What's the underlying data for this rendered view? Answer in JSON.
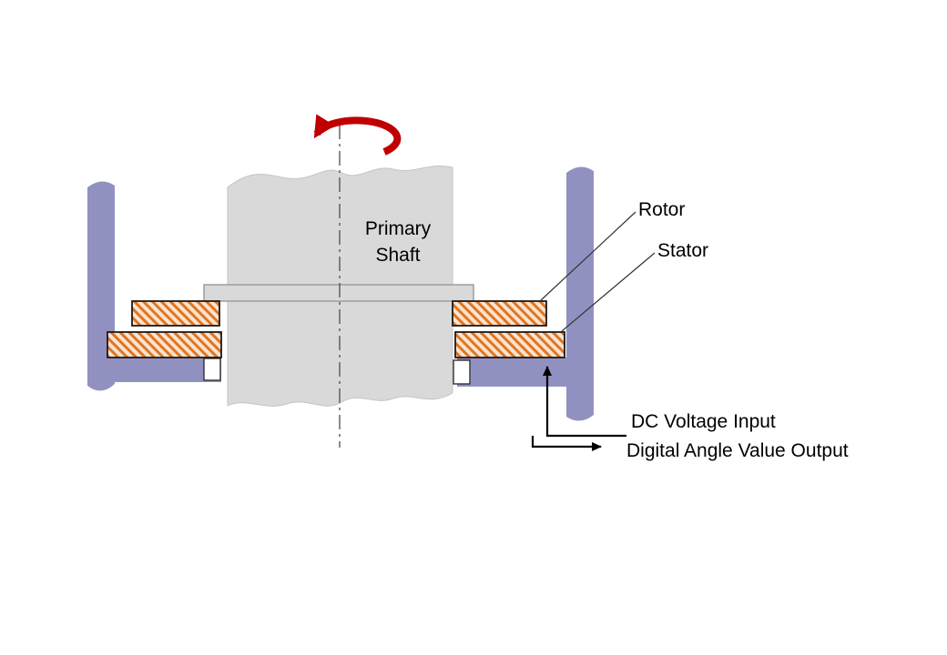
{
  "diagram": {
    "labels": {
      "primary_shaft": "Primary Shaft",
      "rotor": "Rotor",
      "stator": "Stator",
      "dc_input": "DC Voltage Input",
      "output": "Digital Angle Value Output"
    },
    "colors": {
      "wall_purple": "#9191c1",
      "shaft_gray": "#d9d9d9",
      "hatch_line": "#e0751f",
      "hatch_bg": "#fbe3d0",
      "outline": "#1a1a1a",
      "arrow_red": "#c00000"
    }
  }
}
